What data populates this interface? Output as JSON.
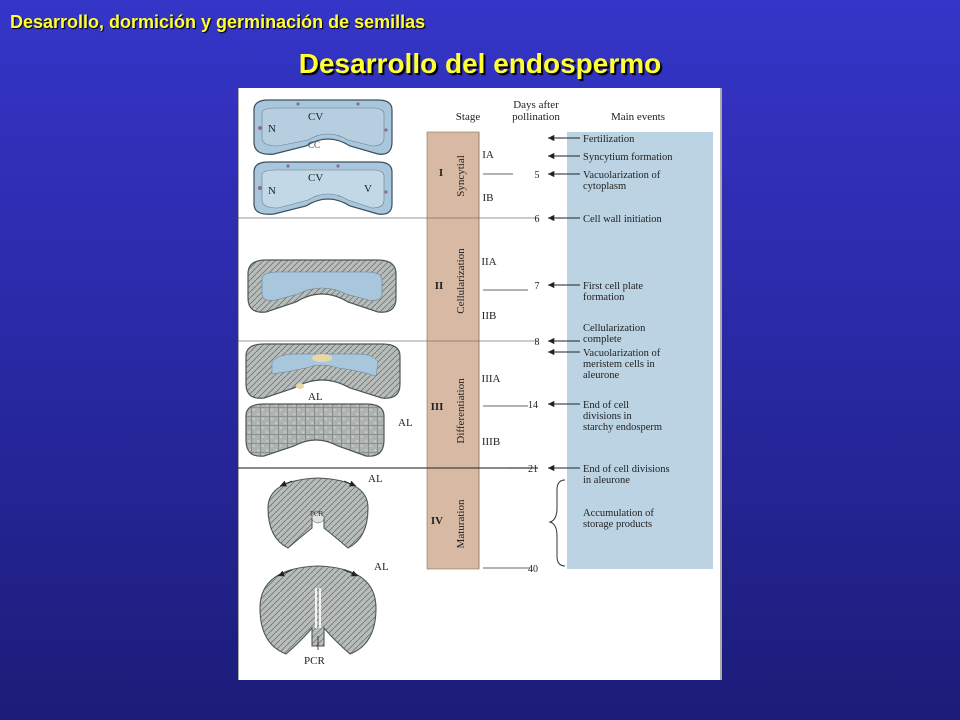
{
  "header": {
    "title": "Desarrollo, dormición y germinación de semillas",
    "slide_title": "Desarrollo del endospermo"
  },
  "colors": {
    "background": "#2a2aa8",
    "title_yellow": "#ffff33",
    "stage_column": "#d7b9a4",
    "events_column": "#bcd3e3",
    "tissue": "#a8c6dc"
  },
  "figure": {
    "headers": {
      "stage": "Stage",
      "days_line1": "Days after",
      "days_line2": "pollination",
      "events": "Main events"
    },
    "stages": [
      {
        "numeral": "I",
        "name": "Syncytial",
        "substages": [
          "IA",
          "IB"
        ]
      },
      {
        "numeral": "II",
        "name": "Cellularization",
        "substages": [
          "IIA",
          "IIB"
        ]
      },
      {
        "numeral": "III",
        "name": "Differentiation",
        "substages": [
          "IIIA",
          "IIIB"
        ]
      },
      {
        "numeral": "IV",
        "name": "Maturation",
        "substages": []
      }
    ],
    "days": [
      "5",
      "6",
      "7",
      "8",
      "14",
      "21",
      "40"
    ],
    "events": [
      {
        "lines": [
          "Fertilization"
        ]
      },
      {
        "lines": [
          "Syncytium formation"
        ]
      },
      {
        "lines": [
          "Vacuolarization of",
          "cytoplasm"
        ]
      },
      {
        "lines": [
          "Cell wall initiation"
        ]
      },
      {
        "lines": [
          "First cell plate",
          "formation"
        ]
      },
      {
        "lines": [
          "Cellularization",
          "complete"
        ]
      },
      {
        "lines": [
          "Vacuolarization of",
          "meristem cells in",
          "aleurone"
        ]
      },
      {
        "lines": [
          "End of cell",
          "divisions in",
          "starchy endosperm"
        ]
      },
      {
        "lines": [
          "End of cell divisions",
          "in aleurone"
        ]
      },
      {
        "lines": [
          "Accumulation of",
          "storage products"
        ]
      }
    ],
    "seed_labels": {
      "n": "N",
      "cv": "CV",
      "cc": "CC",
      "v": "V",
      "al": "AL",
      "pcr": "PCR"
    }
  }
}
